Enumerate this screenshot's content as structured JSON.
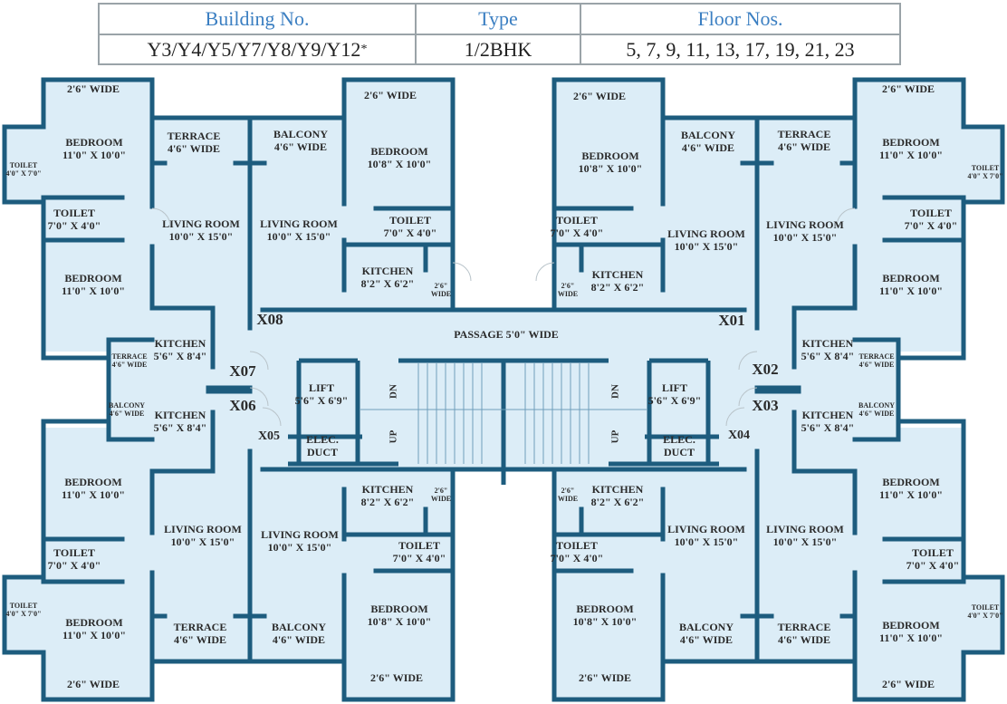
{
  "table": {
    "headers": [
      "Building No.",
      "Type",
      "Floor Nos."
    ],
    "row": {
      "building": "Y3/Y4/Y5/Y7/Y8/Y9/Y12",
      "asterisk": "*",
      "type": "1/2BHK",
      "floors": "5, 7, 9, 11, 13, 17, 19, 21, 23"
    }
  },
  "colors": {
    "header_text": "#3b7fc2",
    "wall": "#1d5c7e",
    "floor": "#dcedf7"
  },
  "units": [
    "X08",
    "X07",
    "X06",
    "X05",
    "X01",
    "X02",
    "X03",
    "X04"
  ],
  "rooms": [
    {
      "name": "2'6\" WIDE",
      "size": ""
    },
    {
      "name": "BEDROOM",
      "size": "11'0\" X 10'0\""
    },
    {
      "name": "TOILET",
      "size": "4'0\" X 7'0\""
    },
    {
      "name": "TERRACE",
      "size": "4'6\" WIDE"
    },
    {
      "name": "TOILET",
      "size": "7'0\" X 4'0\""
    },
    {
      "name": "LIVING ROOM",
      "size": "10'0\" X 15'0\""
    },
    {
      "name": "BEDROOM",
      "size": "11'0\" X 10'0\""
    },
    {
      "name": "BALCONY",
      "size": "4'6\" WIDE"
    },
    {
      "name": "2'6\" WIDE",
      "size": ""
    },
    {
      "name": "BEDROOM",
      "size": "10'8\" X 10'0\""
    },
    {
      "name": "LIVING ROOM",
      "size": "10'0\" X 15'0\""
    },
    {
      "name": "TOILET",
      "size": "7'0\" X 4'0\""
    },
    {
      "name": "KITCHEN",
      "size": "8'2\" X 6'2\""
    },
    {
      "name": "2'6\"",
      "size": "WIDE"
    },
    {
      "name": "KITCHEN",
      "size": "5'6\" X 8'4\""
    },
    {
      "name": "TERRACE",
      "size": "4'6\" WIDE"
    },
    {
      "name": "BALCONY",
      "size": "4'6\" WIDE"
    },
    {
      "name": "KITCHEN",
      "size": "5'6\" X 8'4\""
    },
    {
      "name": "BEDROOM",
      "size": "11'0\" X 10'0\""
    },
    {
      "name": "LIVING ROOM",
      "size": "10'0\" X 15'0\""
    },
    {
      "name": "TOILET",
      "size": "7'0\" X 4'0\""
    },
    {
      "name": "TOILET",
      "size": "4'0\" X 7'0\""
    },
    {
      "name": "BEDROOM",
      "size": "11'0\" X 10'0\""
    },
    {
      "name": "TERRACE",
      "size": "4'6\" WIDE"
    },
    {
      "name": "BALCONY",
      "size": "4'6\" WIDE"
    },
    {
      "name": "2'6\" WIDE",
      "size": ""
    },
    {
      "name": "LIVING ROOM",
      "size": "10'0\" X 15'0\""
    },
    {
      "name": "KITCHEN",
      "size": "8'2\" X 6'2\""
    },
    {
      "name": "2'6\"",
      "size": "WIDE"
    },
    {
      "name": "TOILET",
      "size": "7'0\" X 4'0\""
    },
    {
      "name": "BEDROOM",
      "size": "10'8\" X 10'0\""
    },
    {
      "name": "2'6\" WIDE",
      "size": ""
    },
    {
      "name": "PASSAGE 5'0\" WIDE",
      "size": ""
    },
    {
      "name": "LIFT",
      "size": "5'6\" X 6'9\""
    },
    {
      "name": "ELEC.",
      "size": "DUCT"
    },
    {
      "name": "LIFT",
      "size": "5'6\" X 6'9\""
    },
    {
      "name": "ELEC.",
      "size": "DUCT"
    },
    {
      "name": "DN",
      "size": ""
    },
    {
      "name": "UP",
      "size": ""
    },
    {
      "name": "DN",
      "size": ""
    },
    {
      "name": "UP",
      "size": ""
    },
    {
      "name": "2'6\" WIDE",
      "size": ""
    },
    {
      "name": "BEDROOM",
      "size": "10'8\" X 10'0\""
    },
    {
      "name": "BALCONY",
      "size": "4'6\" WIDE"
    },
    {
      "name": "TERRACE",
      "size": "4'6\" WIDE"
    },
    {
      "name": "2'6\" WIDE",
      "size": ""
    },
    {
      "name": "BEDROOM",
      "size": "11'0\" X 10'0\""
    },
    {
      "name": "TOILET",
      "size": "4'0\" X 7'0\""
    },
    {
      "name": "TOILET",
      "size": "7'0\" X 4'0\""
    },
    {
      "name": "LIVING ROOM",
      "size": "10'0\" X 15'0\""
    },
    {
      "name": "LIVING ROOM",
      "size": "10'0\" X 15'0\""
    },
    {
      "name": "TOILET",
      "size": "7'0\" X 4'0\""
    },
    {
      "name": "KITCHEN",
      "size": "8'2\" X 6'2\""
    },
    {
      "name": "2'6\"",
      "size": "WIDE"
    },
    {
      "name": "BEDROOM",
      "size": "11'0\" X 10'0\""
    },
    {
      "name": "KITCHEN",
      "size": "5'6\" X 8'4\""
    },
    {
      "name": "TERRACE",
      "size": "4'6\" WIDE"
    },
    {
      "name": "BALCONY",
      "size": "4'6\" WIDE"
    },
    {
      "name": "KITCHEN",
      "size": "5'6\" X 8'4\""
    },
    {
      "name": "BEDROOM",
      "size": "11'0\" X 10'0\""
    },
    {
      "name": "2'6\"",
      "size": "WIDE"
    },
    {
      "name": "KITCHEN",
      "size": "8'2\" X 6'2\""
    },
    {
      "name": "LIVING ROOM",
      "size": "10'0\" X 15'0\""
    },
    {
      "name": "LIVING ROOM",
      "size": "10'0\" X 15'0\""
    },
    {
      "name": "TOILET",
      "size": "7'0\" X 4'0\""
    },
    {
      "name": "TOILET",
      "size": "7'0\" X 4'0\""
    },
    {
      "name": "TOILET",
      "size": "4'0\" X 7'0\""
    },
    {
      "name": "BEDROOM",
      "size": "10'8\" X 10'0\""
    },
    {
      "name": "BALCONY",
      "size": "4'6\" WIDE"
    },
    {
      "name": "TERRACE",
      "size": "4'6\" WIDE"
    },
    {
      "name": "BEDROOM",
      "size": "11'0\" X 10'0\""
    },
    {
      "name": "2'6\" WIDE",
      "size": ""
    },
    {
      "name": "2'6\" WIDE",
      "size": ""
    }
  ]
}
